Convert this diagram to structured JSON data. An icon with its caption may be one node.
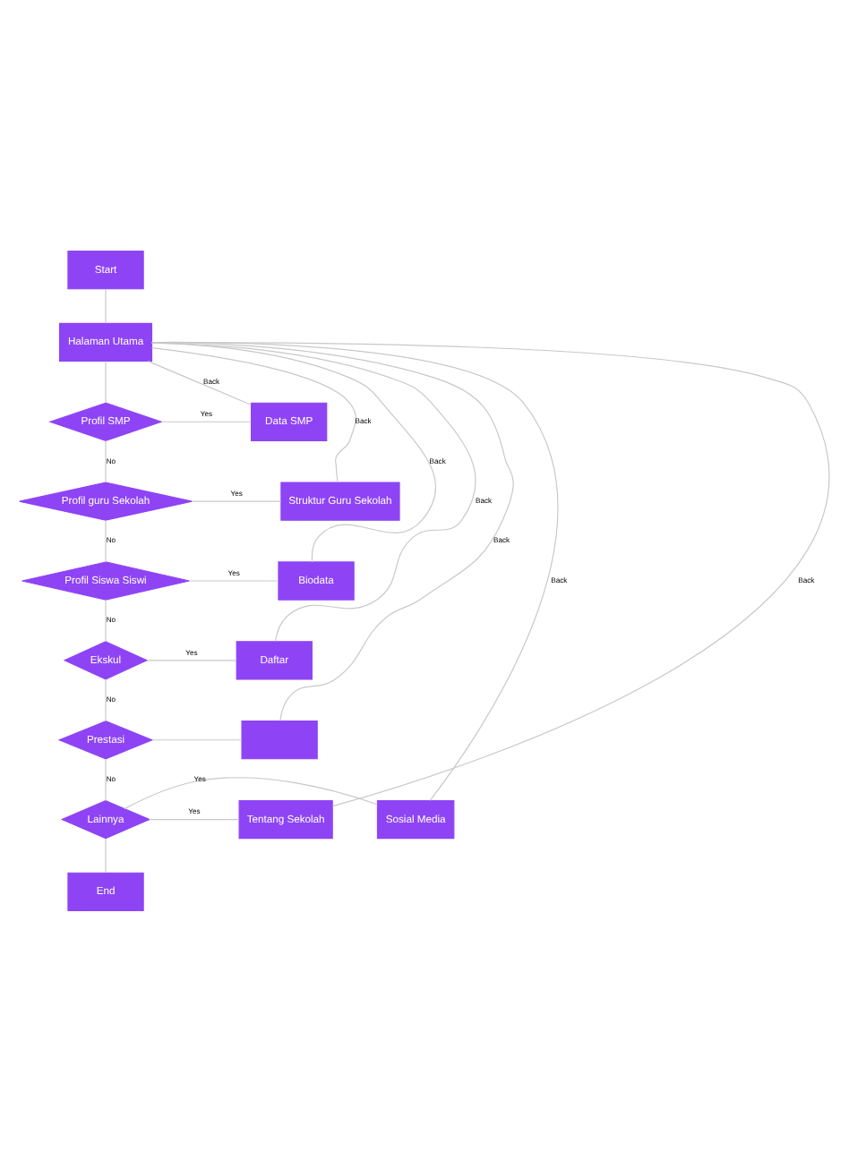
{
  "diagram": {
    "nodes": [
      {
        "text": [
          "Start"
        ]
      },
      {
        "text": [
          "Halaman Utama"
        ]
      },
      {
        "text": [
          "Profil SMP"
        ]
      },
      {
        "text": [
          "Data SMP"
        ]
      },
      {
        "text": [
          "Profil guru Sekolah"
        ]
      },
      {
        "text": [
          "Struktur Guru Sekolah"
        ]
      },
      {
        "text": [
          "Profil Siswa Siswi"
        ]
      },
      {
        "text": [
          "Biodata"
        ]
      },
      {
        "text": [
          "Ekskul"
        ]
      },
      {
        "text": [
          "Daftar"
        ]
      },
      {
        "text": [
          "Prestasi"
        ]
      },
      {
        "text": [],
        "shape": "box"
      },
      {
        "text": [
          "Lainnya"
        ]
      },
      {
        "text": [
          "Sosial Media"
        ]
      },
      {
        "text": [
          "Tentang Sekolah"
        ]
      },
      {
        "text": [
          "End"
        ]
      }
    ],
    "edges": [
      {
        "from": 0,
        "to": 1,
        "arrow": "none"
      },
      {
        "from": 1,
        "to": 2,
        "arrow": "none"
      },
      {
        "from": 2,
        "to": 3,
        "arrow": "none",
        "label": "Yes"
      },
      {
        "from": 3,
        "to": 1,
        "arrow": "none",
        "label": "Back"
      },
      {
        "from": 2,
        "to": 4,
        "arrow": "none",
        "label": "No"
      },
      {
        "from": 4,
        "to": 5,
        "arrow": "none",
        "label": "Yes"
      },
      {
        "from": 5,
        "to": 1,
        "arrow": "none",
        "label": "Back"
      },
      {
        "from": 4,
        "to": 6,
        "arrow": "none",
        "label": "No"
      },
      {
        "from": 6,
        "to": 7,
        "arrow": "none",
        "label": "Yes"
      },
      {
        "from": 7,
        "to": 1,
        "arrow": "none",
        "label": "Back"
      },
      {
        "from": 6,
        "to": 8,
        "arrow": "none",
        "label": "No"
      },
      {
        "from": 8,
        "to": 9,
        "arrow": "none",
        "label": "Yes"
      },
      {
        "from": 9,
        "to": 1,
        "arrow": "none",
        "label": "Back"
      },
      {
        "from": 8,
        "to": 10,
        "arrow": "none",
        "label": "No"
      },
      {
        "from": 10,
        "to": 11,
        "arrow": "none"
      },
      {
        "from": 11,
        "to": 1,
        "arrow": "none",
        "label": "Back"
      },
      {
        "from": 10,
        "to": 12,
        "arrow": "none",
        "label": "No"
      },
      {
        "from": 12,
        "to": 13,
        "arrow": "none",
        "label": "Yes"
      },
      {
        "from": 13,
        "to": 1,
        "arrow": "none",
        "label": "Back"
      },
      {
        "from": 12,
        "to": 14,
        "arrow": "none",
        "label": "Yes"
      },
      {
        "from": 14,
        "to": 1,
        "arrow": "none",
        "label": "Back"
      },
      {
        "from": 12,
        "to": 15,
        "arrow": "none"
      }
    ]
  }
}
